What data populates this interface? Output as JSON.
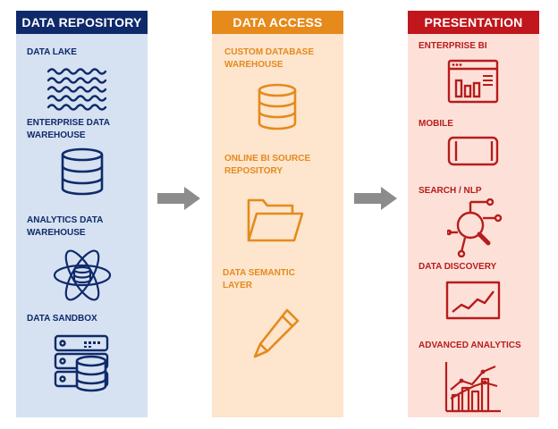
{
  "columns": [
    {
      "title": "DATA REPOSITORY",
      "items": [
        {
          "label": "DATA LAKE",
          "icon": "waves-icon"
        },
        {
          "label": "ENTERPRISE DATA\nWAREHOUSE",
          "icon": "database-icon"
        },
        {
          "label": "ANALYTICS DATA\nWAREHOUSE",
          "icon": "atom-database-icon"
        },
        {
          "label": "DATA SANDBOX",
          "icon": "server-database-icon"
        }
      ]
    },
    {
      "title": "DATA ACCESS",
      "items": [
        {
          "label": "CUSTOM DATABASE\nWAREHOUSE",
          "icon": "database-icon"
        },
        {
          "label": "ONLINE BI SOURCE\nREPOSITORY",
          "icon": "folder-icon"
        },
        {
          "label": "DATA SEMANTIC\nLAYER",
          "icon": "pencil-icon"
        }
      ]
    },
    {
      "title": "PRESENTATION",
      "items": [
        {
          "label": "ENTERPRISE BI",
          "icon": "dashboard-window-icon"
        },
        {
          "label": "MOBILE",
          "icon": "mobile-phone-icon"
        },
        {
          "label": "SEARCH / NLP",
          "icon": "magnifier-network-icon"
        },
        {
          "label": "DATA DISCOVERY",
          "icon": "line-chart-icon"
        },
        {
          "label": "ADVANCED ANALYTICS",
          "icon": "bar-trend-chart-icon"
        }
      ]
    }
  ],
  "colors": {
    "repository_header": "#0f2a6b",
    "repository_body": "#d6e2f1",
    "access_header": "#e58a1b",
    "access_body": "#fde5ce",
    "presentation_header": "#c0161c",
    "presentation_body": "#fde1d9",
    "arrow": "#8c8c8c"
  }
}
